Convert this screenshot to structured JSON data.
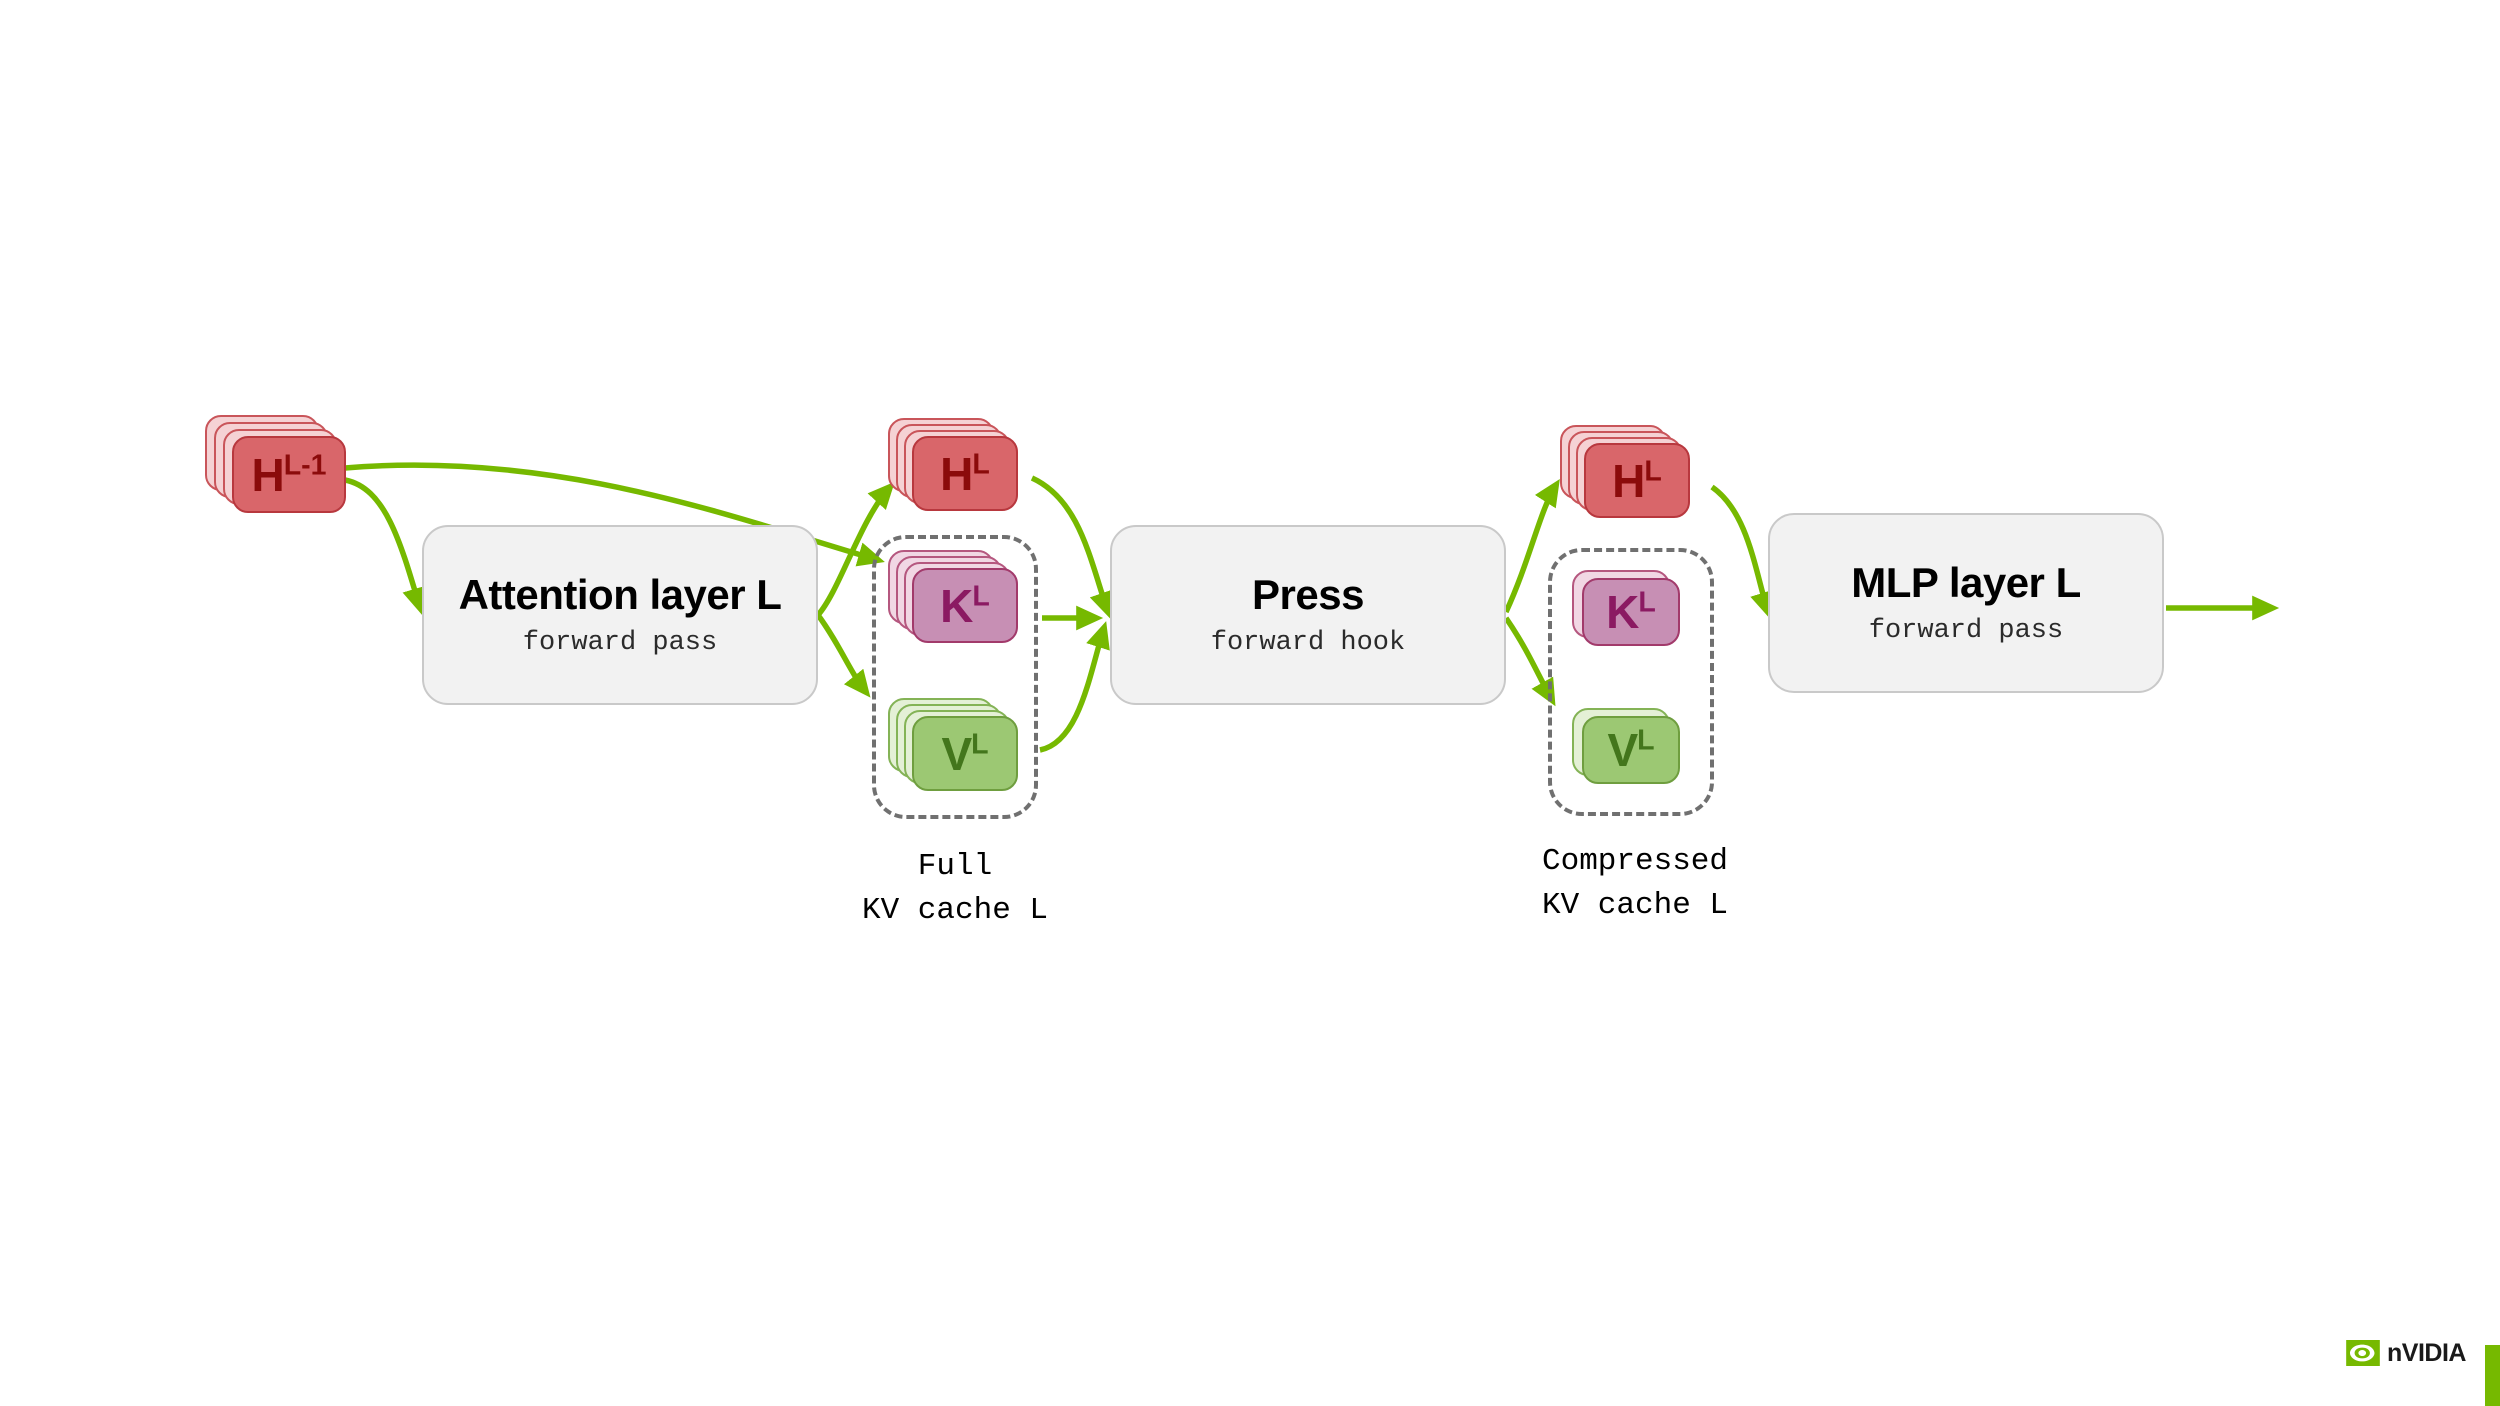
{
  "diagram": {
    "title": "KVPress forward pass with press hook",
    "accent_green": "#76b900",
    "box_fill": "#f2f2f2",
    "dash_color": "#707070"
  },
  "boxes": [
    {
      "id": "attention",
      "title": "Attention layer\nL",
      "subtitle": "forward pass"
    },
    {
      "id": "press",
      "title": "Press",
      "subtitle": "forward hook"
    },
    {
      "id": "mlp",
      "title": "MLP layer\nL",
      "subtitle": "forward pass"
    }
  ],
  "tensors": {
    "input_hidden": {
      "symbol": "H",
      "superscript": "L-1",
      "kind": "hidden",
      "stack": 4,
      "color": "#d9666a",
      "text_color": "#8b0b0b"
    },
    "full_hidden": {
      "symbol": "H",
      "superscript": "L",
      "kind": "hidden",
      "stack": 4,
      "color": "#d9666a",
      "text_color": "#8b0b0b"
    },
    "full_keys": {
      "symbol": "K",
      "superscript": "L",
      "kind": "keys",
      "stack": 4,
      "color": "#c78fb4",
      "text_color": "#8b1a62"
    },
    "full_values": {
      "symbol": "V",
      "superscript": "L",
      "kind": "values",
      "stack": 4,
      "color": "#9cc873",
      "text_color": "#43761c"
    },
    "comp_hidden": {
      "symbol": "H",
      "superscript": "L",
      "kind": "hidden",
      "stack": 4,
      "color": "#d9666a",
      "text_color": "#8b0b0b"
    },
    "comp_keys": {
      "symbol": "K",
      "superscript": "L",
      "kind": "keys",
      "stack": 2,
      "color": "#c78fb4",
      "text_color": "#8b1a62"
    },
    "comp_values": {
      "symbol": "V",
      "superscript": "L",
      "kind": "values",
      "stack": 2,
      "color": "#9cc873",
      "text_color": "#43761c"
    }
  },
  "captions": {
    "full_cache": "Full\nKV cache L",
    "compressed_cache": "Compressed\nKV cache L"
  },
  "brand": {
    "name": "nVIDIA",
    "logo_icon": "nvidia-eye-icon",
    "green": "#76b900"
  }
}
